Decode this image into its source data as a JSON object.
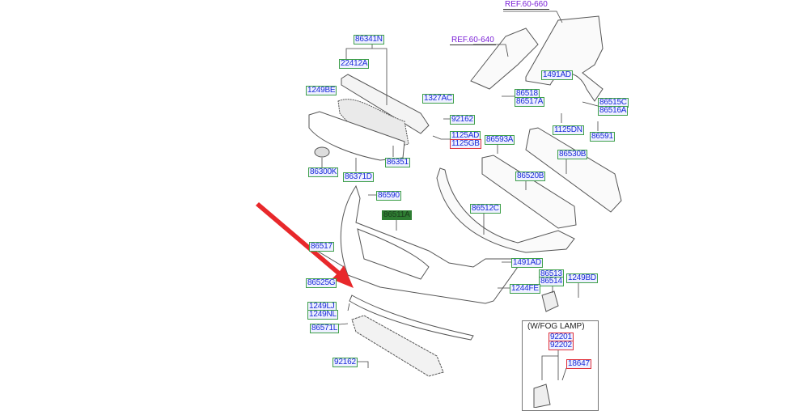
{
  "refs": {
    "ref_660": "REF.60-660",
    "ref_640": "REF.60-640"
  },
  "fog_lamp_title": "(W/FOG LAMP)",
  "labels": {
    "l86341N": "86341N",
    "l22412A": "22412A",
    "l1249BE": "1249BE",
    "l1327AC": "1327AC",
    "l92162a": "92162",
    "l1125AD": "1125AD",
    "l1125GB": "1125GB",
    "l86300K": "86300K",
    "l86371D": "86371D",
    "l86351": "86351",
    "l86518": "86518",
    "l86517A": "86517A",
    "l1491ADa": "1491AD",
    "l86515C": "86515C",
    "l86516A": "86516A",
    "l1125DN": "1125DN",
    "l86591": "86591",
    "l86593A": "86593A",
    "l86530B": "86530B",
    "l86520B": "86520B",
    "l86512C": "86512C",
    "l86590": "86590",
    "l86511A": "86511A",
    "l86517": "86517",
    "l86525G": "86525G",
    "l1491ADb": "1491AD",
    "l86513": "86513",
    "l86514": "86514",
    "l1249BD": "1249BD",
    "l1244FE": "1244FE",
    "l1249LJ": "1249LJ",
    "l1249NL": "1249NL",
    "l86571L": "86571L",
    "l92162b": "92162",
    "l92201": "92201",
    "l92202": "92202",
    "l18647": "18647"
  },
  "colors": {
    "label_text": "#1a2bd8",
    "label_border": "#3fa04a",
    "highlight_border": "#e0303a",
    "selected_fill": "#2e7d32",
    "arrow": "#e8282b",
    "ref_text": "#7a1fd6"
  }
}
